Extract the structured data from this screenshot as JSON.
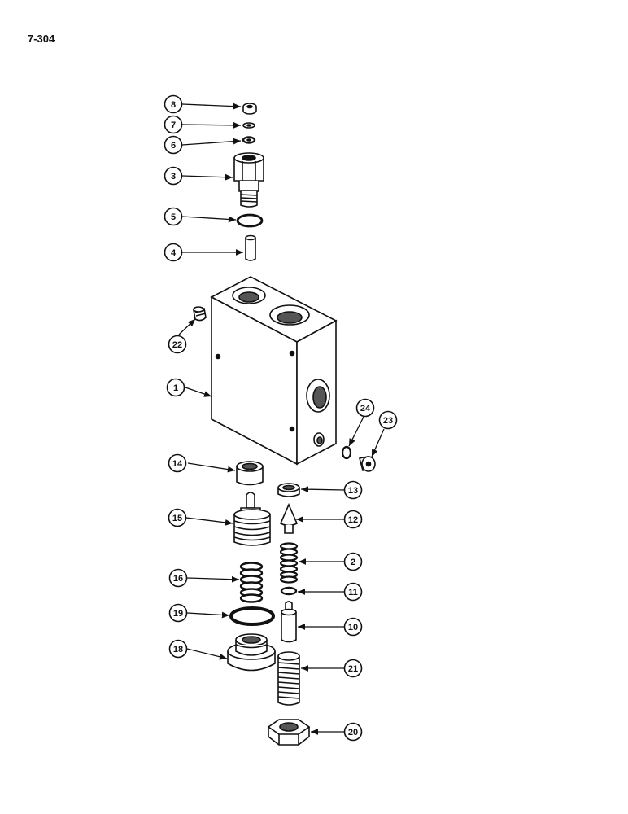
{
  "page_number": "7-304",
  "callouts": [
    {
      "id": "c8",
      "label": "8"
    },
    {
      "id": "c7",
      "label": "7"
    },
    {
      "id": "c6",
      "label": "6"
    },
    {
      "id": "c3",
      "label": "3"
    },
    {
      "id": "c5",
      "label": "5"
    },
    {
      "id": "c4",
      "label": "4"
    },
    {
      "id": "c22",
      "label": "22"
    },
    {
      "id": "c1",
      "label": "1"
    },
    {
      "id": "c24",
      "label": "24"
    },
    {
      "id": "c23",
      "label": "23"
    },
    {
      "id": "c14",
      "label": "14"
    },
    {
      "id": "c13",
      "label": "13"
    },
    {
      "id": "c15",
      "label": "15"
    },
    {
      "id": "c12",
      "label": "12"
    },
    {
      "id": "c2",
      "label": "2"
    },
    {
      "id": "c16",
      "label": "16"
    },
    {
      "id": "c11",
      "label": "11"
    },
    {
      "id": "c19",
      "label": "19"
    },
    {
      "id": "c10",
      "label": "10"
    },
    {
      "id": "c18",
      "label": "18"
    },
    {
      "id": "c21",
      "label": "21"
    },
    {
      "id": "c20",
      "label": "20"
    }
  ],
  "colors": {
    "ink": "#111111",
    "paper": "#ffffff",
    "shade": "#555555"
  }
}
